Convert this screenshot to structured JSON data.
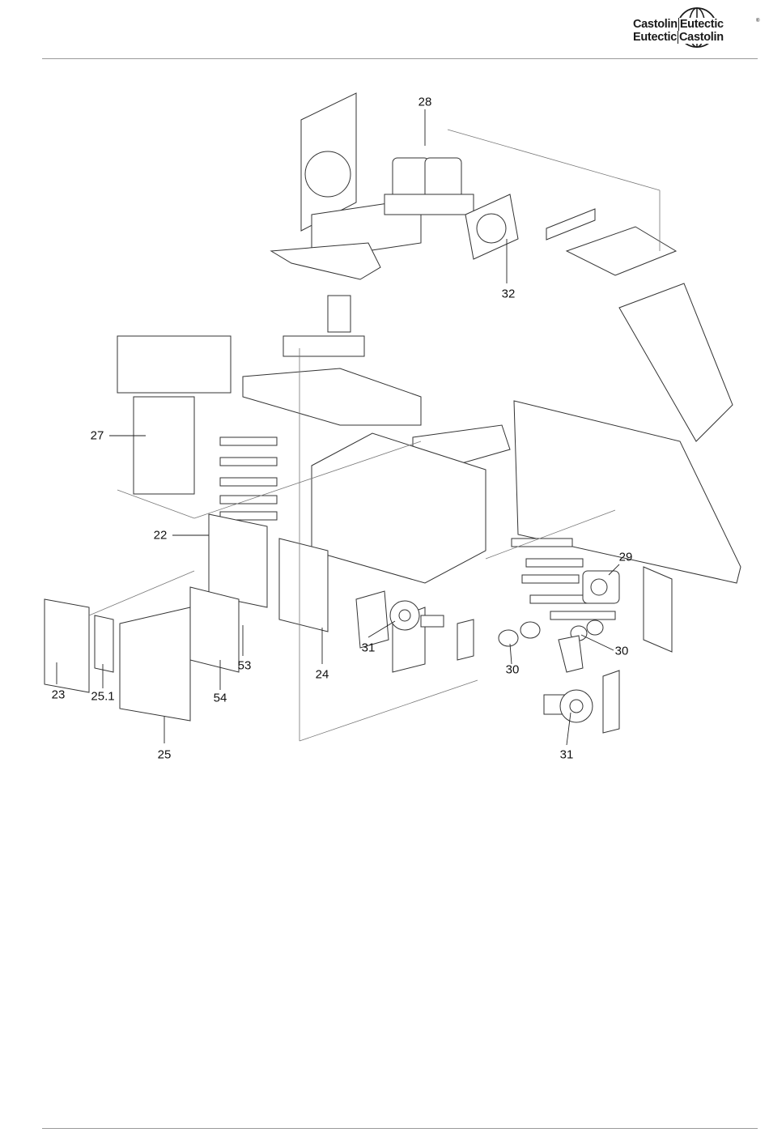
{
  "brand": {
    "line1_left": "Castolin",
    "line1_right": "Eutectic",
    "line2_left": "Eutectic",
    "line2_right": "Castolin",
    "registered": "®"
  },
  "callouts": [
    "28",
    "32",
    "27",
    "22",
    "29",
    "31",
    "30",
    "30",
    "31",
    "24",
    "53",
    "54",
    "23",
    "25.1",
    "25"
  ]
}
